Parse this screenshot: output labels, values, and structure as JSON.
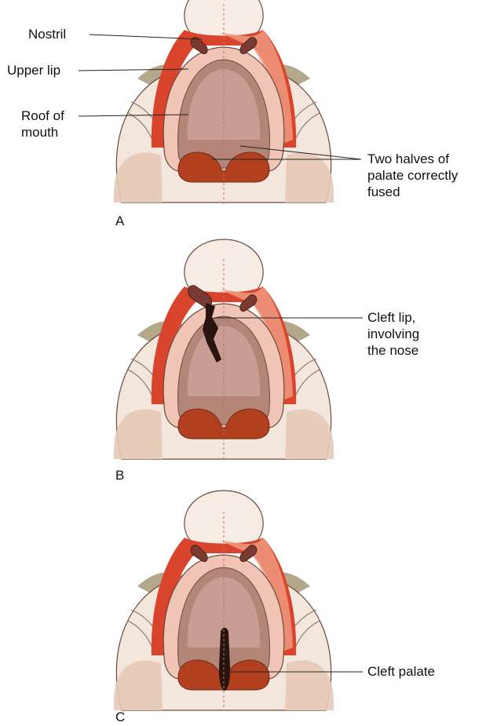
{
  "panels": [
    {
      "letter": "A",
      "labels": {
        "nostril": "Nostril",
        "upper_lip": "Upper lip",
        "roof_of_mouth": "Roof of\nmouth",
        "fused_palate": "Two halves of\npalate correctly\nfused"
      }
    },
    {
      "letter": "B",
      "labels": {
        "cleft_lip": "Cleft lip,\ninvolving\nthe nose"
      }
    },
    {
      "letter": "C",
      "labels": {
        "cleft_palate": "Cleft palate"
      }
    }
  ],
  "colors": {
    "skin": "#f3e6dc",
    "skin_shadow": "#e2c6b4",
    "lip_red": "#d9442c",
    "lip_light": "#ef9a80",
    "gum": "#f1c5b5",
    "palate": "#b48678",
    "palate_light": "#cda39a",
    "tongue": "#b2401f",
    "hair": "#b3a98a",
    "cleft_dark": "#2a1410"
  }
}
